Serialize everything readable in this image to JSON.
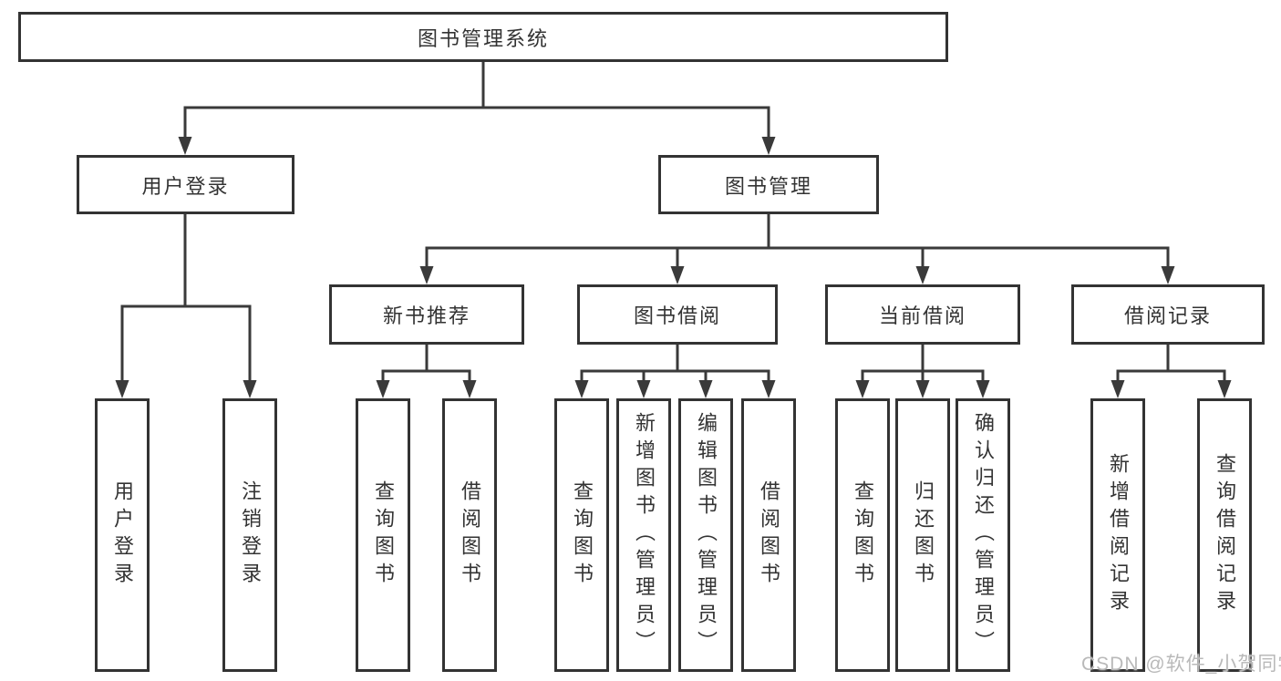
{
  "tree": {
    "root": "图书管理系统",
    "branches": [
      {
        "label": "用户登录",
        "leaves": [
          "用户登录",
          "注销登录"
        ]
      },
      {
        "label": "图书管理",
        "groups": [
          {
            "label": "新书推荐",
            "leaves": [
              "查询图书",
              "借阅图书"
            ]
          },
          {
            "label": "图书借阅",
            "leaves": [
              "查询图书",
              "新增图书（管理员）",
              "编辑图书（管理员）",
              "借阅图书"
            ]
          },
          {
            "label": "当前借阅",
            "leaves": [
              "查询图书",
              "归还图书",
              "确认归还（管理员）"
            ]
          },
          {
            "label": "借阅记录",
            "leaves": [
              "新增借阅记录",
              "查询借阅记录"
            ]
          }
        ]
      }
    ]
  },
  "watermark": "CSDN @软件_小贺同学",
  "colors": {
    "line": "#3a3a3a",
    "text": "#333333",
    "background": "#ffffff",
    "watermark": "#b9b9b9"
  }
}
